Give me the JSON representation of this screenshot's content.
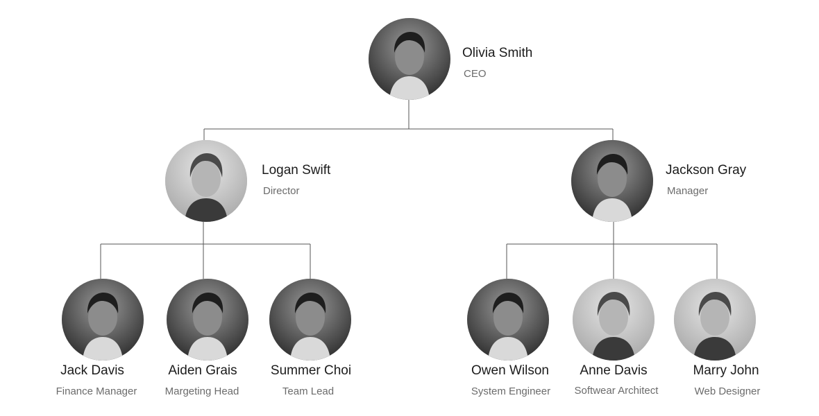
{
  "org": {
    "ceo": {
      "name": "Olivia Smith",
      "role": "CEO"
    },
    "director": {
      "name": "Logan Swift",
      "role": "Director"
    },
    "manager": {
      "name": "Jackson Gray",
      "role": "Manager"
    },
    "team_left": [
      {
        "name": "Jack Davis",
        "role": "Finance Manager"
      },
      {
        "name": "Aiden Grais",
        "role": "Margeting Head"
      },
      {
        "name": "Summer Choi",
        "role": "Team Lead"
      }
    ],
    "team_right": [
      {
        "name": "Owen Wilson",
        "role": "System Engineer"
      },
      {
        "name": "Anne Davis",
        "role": "Softwear Architect"
      },
      {
        "name": "Marry John",
        "role": "Web Designer"
      }
    ]
  },
  "colors": {
    "line": "#555555",
    "name": "#1b1b1b",
    "role": "#6b6b6b",
    "background": "#ffffff"
  },
  "icons": {
    "avatar": "person-photo-icon"
  }
}
